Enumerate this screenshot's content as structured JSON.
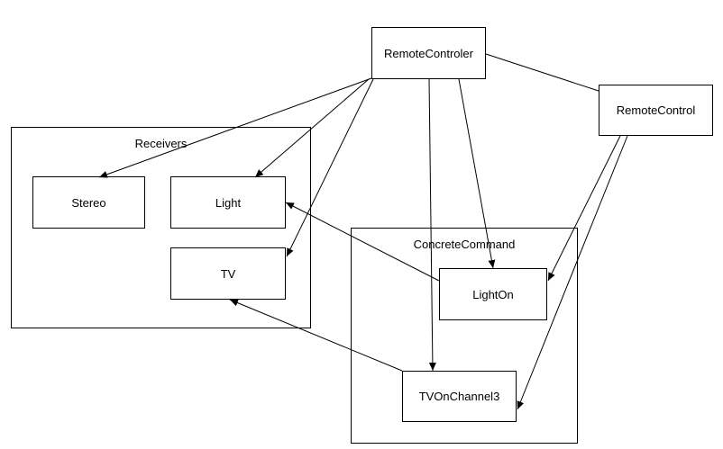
{
  "nodes": {
    "remote_controler": "RemoteControler",
    "remote_control": "RemoteControl",
    "stereo": "Stereo",
    "light": "Light",
    "tv": "TV",
    "light_on": "LightOn",
    "tv_on_channel3": "TVOnChannel3"
  },
  "groups": {
    "receivers": "Receivers",
    "concrete_command": "ConcreteCommand"
  },
  "colors": {
    "stroke": "#000000",
    "background": "#ffffff"
  }
}
